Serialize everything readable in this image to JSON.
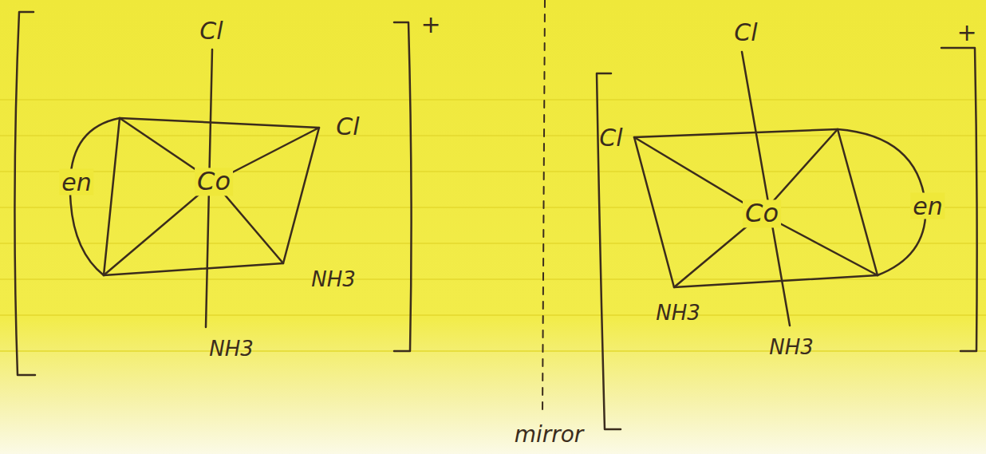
{
  "diagram": {
    "labels": [
      "+",
      "Cl",
      "Cl",
      "Co",
      "en",
      "NH3",
      "NH3",
      "+",
      "Cl",
      "Cl",
      "Co",
      "en",
      "NH3",
      "NH3",
      "mirror"
    ]
  }
}
